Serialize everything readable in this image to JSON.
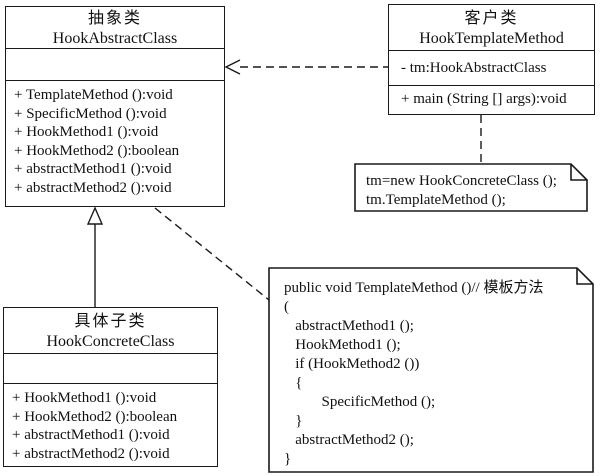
{
  "colors": {
    "ink": "#1a1a1a",
    "paper": "#ffffff"
  },
  "classes": {
    "abstract": {
      "stereotype": "抽象类",
      "name": "HookAbstractClass",
      "methods": [
        "+ TemplateMethod ():void",
        "+ SpecificMethod ():void",
        "+ HookMethod1 ():void",
        "+ HookMethod2 ():boolean",
        "+ abstractMethod1 ():void",
        "+ abstractMethod2 ():void"
      ]
    },
    "client": {
      "stereotype": "客户类",
      "name": "HookTemplateMethod",
      "attribute": "- tm:HookAbstractClass",
      "method": "+ main (String [] args):void"
    },
    "concrete": {
      "stereotype": "具体子类",
      "name": "HookConcreteClass",
      "methods": [
        "+ HookMethod1 ():void",
        "+ HookMethod2 ():boolean",
        "+ abstractMethod1 ():void",
        "+ abstractMethod2 ():void"
      ]
    }
  },
  "notes": {
    "client_code": {
      "lines": [
        "tm=new HookConcreteClass ();",
        "tm.TemplateMethod ();"
      ]
    },
    "template_method_code": {
      "lines": [
        "public void TemplateMethod ()// 模板方法",
        "(",
        "   abstractMethod1 ();",
        "   HookMethod1 ();",
        "   if (HookMethod2 ())",
        "   {",
        "          SpecificMethod ();",
        "   }",
        "   abstractMethod2 ();",
        "}"
      ]
    }
  },
  "relations": [
    {
      "type": "dashed-dependency-arrow",
      "from": "HookTemplateMethod",
      "to": "HookAbstractClass"
    },
    {
      "type": "generalization",
      "from": "HookConcreteClass",
      "to": "HookAbstractClass"
    },
    {
      "type": "note-anchor",
      "from": "client-code-note",
      "to": "HookTemplateMethod"
    },
    {
      "type": "note-anchor",
      "from": "template-method-code-note",
      "to": "HookAbstractClass"
    }
  ]
}
